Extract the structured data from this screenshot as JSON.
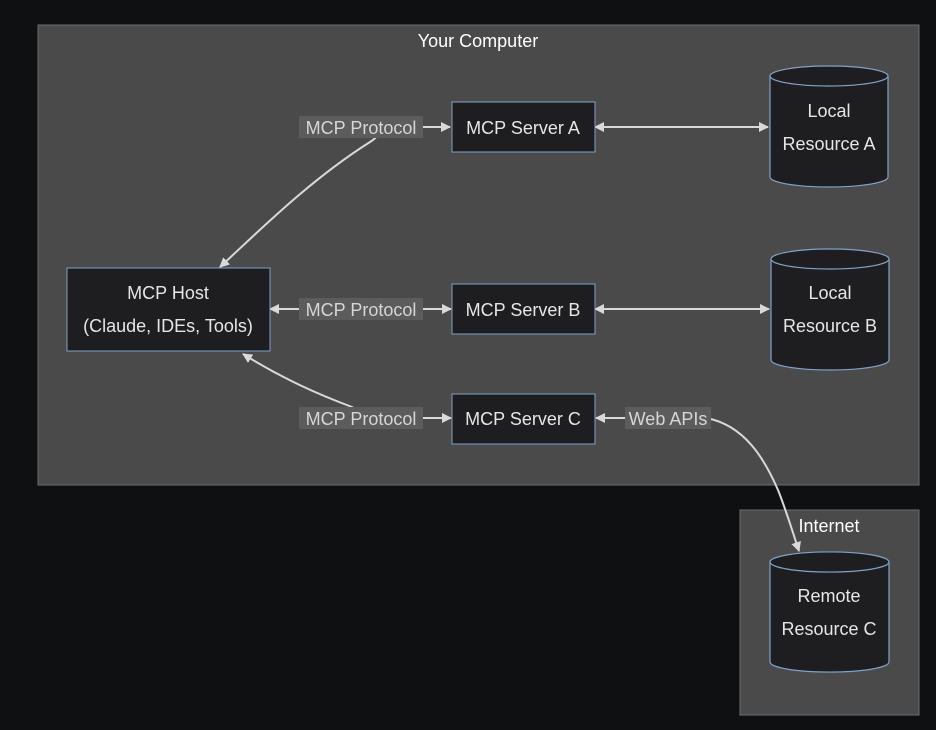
{
  "clusters": {
    "computer": {
      "label": "Your Computer"
    },
    "internet": {
      "label": "Internet"
    }
  },
  "nodes": {
    "host": {
      "line1": "MCP Host",
      "line2": "(Claude, IDEs, Tools)"
    },
    "server_a": {
      "label": "MCP Server A"
    },
    "server_b": {
      "label": "MCP Server B"
    },
    "server_c": {
      "label": "MCP Server C"
    },
    "resource_a": {
      "line1": "Local",
      "line2": "Resource A"
    },
    "resource_b": {
      "line1": "Local",
      "line2": "Resource B"
    },
    "resource_c": {
      "line1": "Remote",
      "line2": "Resource C"
    }
  },
  "edges": {
    "host_a": {
      "label": "MCP Protocol"
    },
    "host_b": {
      "label": "MCP Protocol"
    },
    "host_c": {
      "label": "MCP Protocol"
    },
    "server_c_remote": {
      "label": "Web APIs"
    }
  },
  "colors": {
    "background": "#0f1012",
    "cluster_fill": "#4a4a4a",
    "node_fill": "#1e1e20",
    "node_stroke": "#7fa3c8",
    "edge": "#d9d9d9"
  }
}
